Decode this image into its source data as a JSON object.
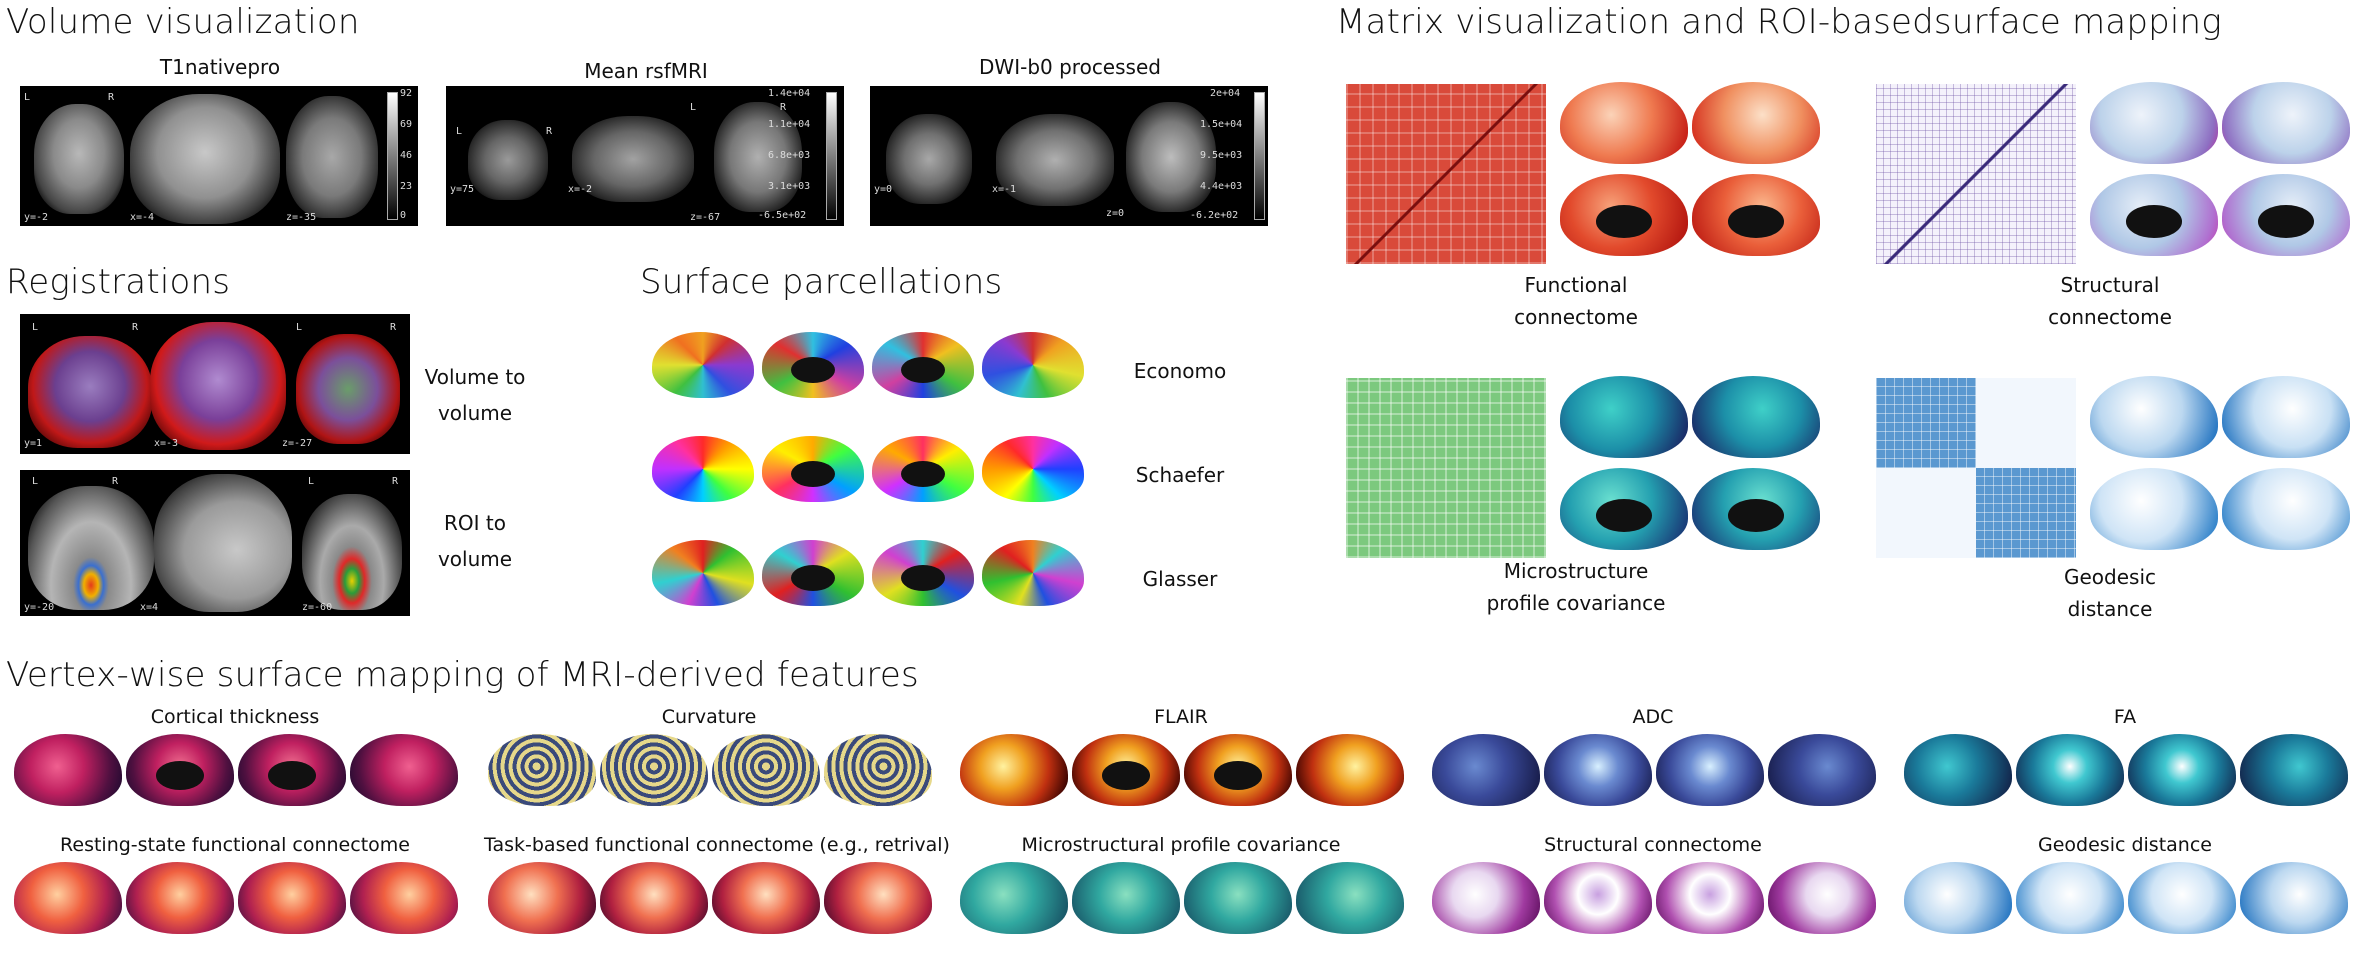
{
  "sections": {
    "volume": "Volume visualization",
    "matrix": "Matrix visualization and ROI-basedsurface mapping",
    "registrations": "Registrations",
    "parcellations": "Surface parcellations",
    "vertex": "Vertex-wise surface mapping of MRI-derived features"
  },
  "volume": {
    "panels": [
      {
        "title": "T1nativepro",
        "coords": [
          "y=-2",
          "x=-4",
          "z=-35"
        ],
        "ticks": [
          "92",
          "69",
          "46",
          "23",
          "0"
        ]
      },
      {
        "title": "Mean rsfMRI",
        "coords": [
          "y=75",
          "x=-2",
          "z=-67"
        ],
        "ticks": [
          "1.4e+04",
          "1.1e+04",
          "6.8e+03",
          "3.1e+03",
          "-6.5e+02"
        ]
      },
      {
        "title": "DWI-b0 processed",
        "coords": [
          "y=0",
          "x=-1",
          "z=0"
        ],
        "ticks": [
          "2e+04",
          "1.5e+04",
          "9.5e+03",
          "4.4e+03",
          "-6.2e+02"
        ]
      }
    ],
    "orient_l": "L",
    "orient_r": "R"
  },
  "registrations": {
    "rows": [
      {
        "label1": "Volume to",
        "label2": "volume",
        "coords": [
          "y=1",
          "x=-3",
          "z=-27"
        ]
      },
      {
        "label1": "ROI to",
        "label2": "volume",
        "coords": [
          "y=-20",
          "x=4",
          "z=-60"
        ]
      }
    ]
  },
  "parcellations": {
    "rows": [
      "Economo",
      "Schaefer",
      "Glasser"
    ]
  },
  "matrix": {
    "items": [
      {
        "label1": "Functional",
        "label2": "connectome"
      },
      {
        "label1": "Structural",
        "label2": "connectome"
      },
      {
        "label1": "Microstructure",
        "label2": "profile covariance"
      },
      {
        "label1": "Geodesic",
        "label2": "distance"
      }
    ]
  },
  "vertex": {
    "row1": [
      "Cortical thickness",
      "Curvature",
      "FLAIR",
      "ADC",
      "FA"
    ],
    "row2": [
      "Resting-state functional connectome",
      "Task-based functional connectome (e.g., retrival)",
      "Microstructural profile covariance",
      "Structural connectome",
      "Geodesic distance"
    ]
  },
  "colors": {
    "functional": "#d94a3a",
    "structural": "#6a4fa3",
    "microstructure": "#3fa34d",
    "geodesic": "#2e7bc4"
  }
}
